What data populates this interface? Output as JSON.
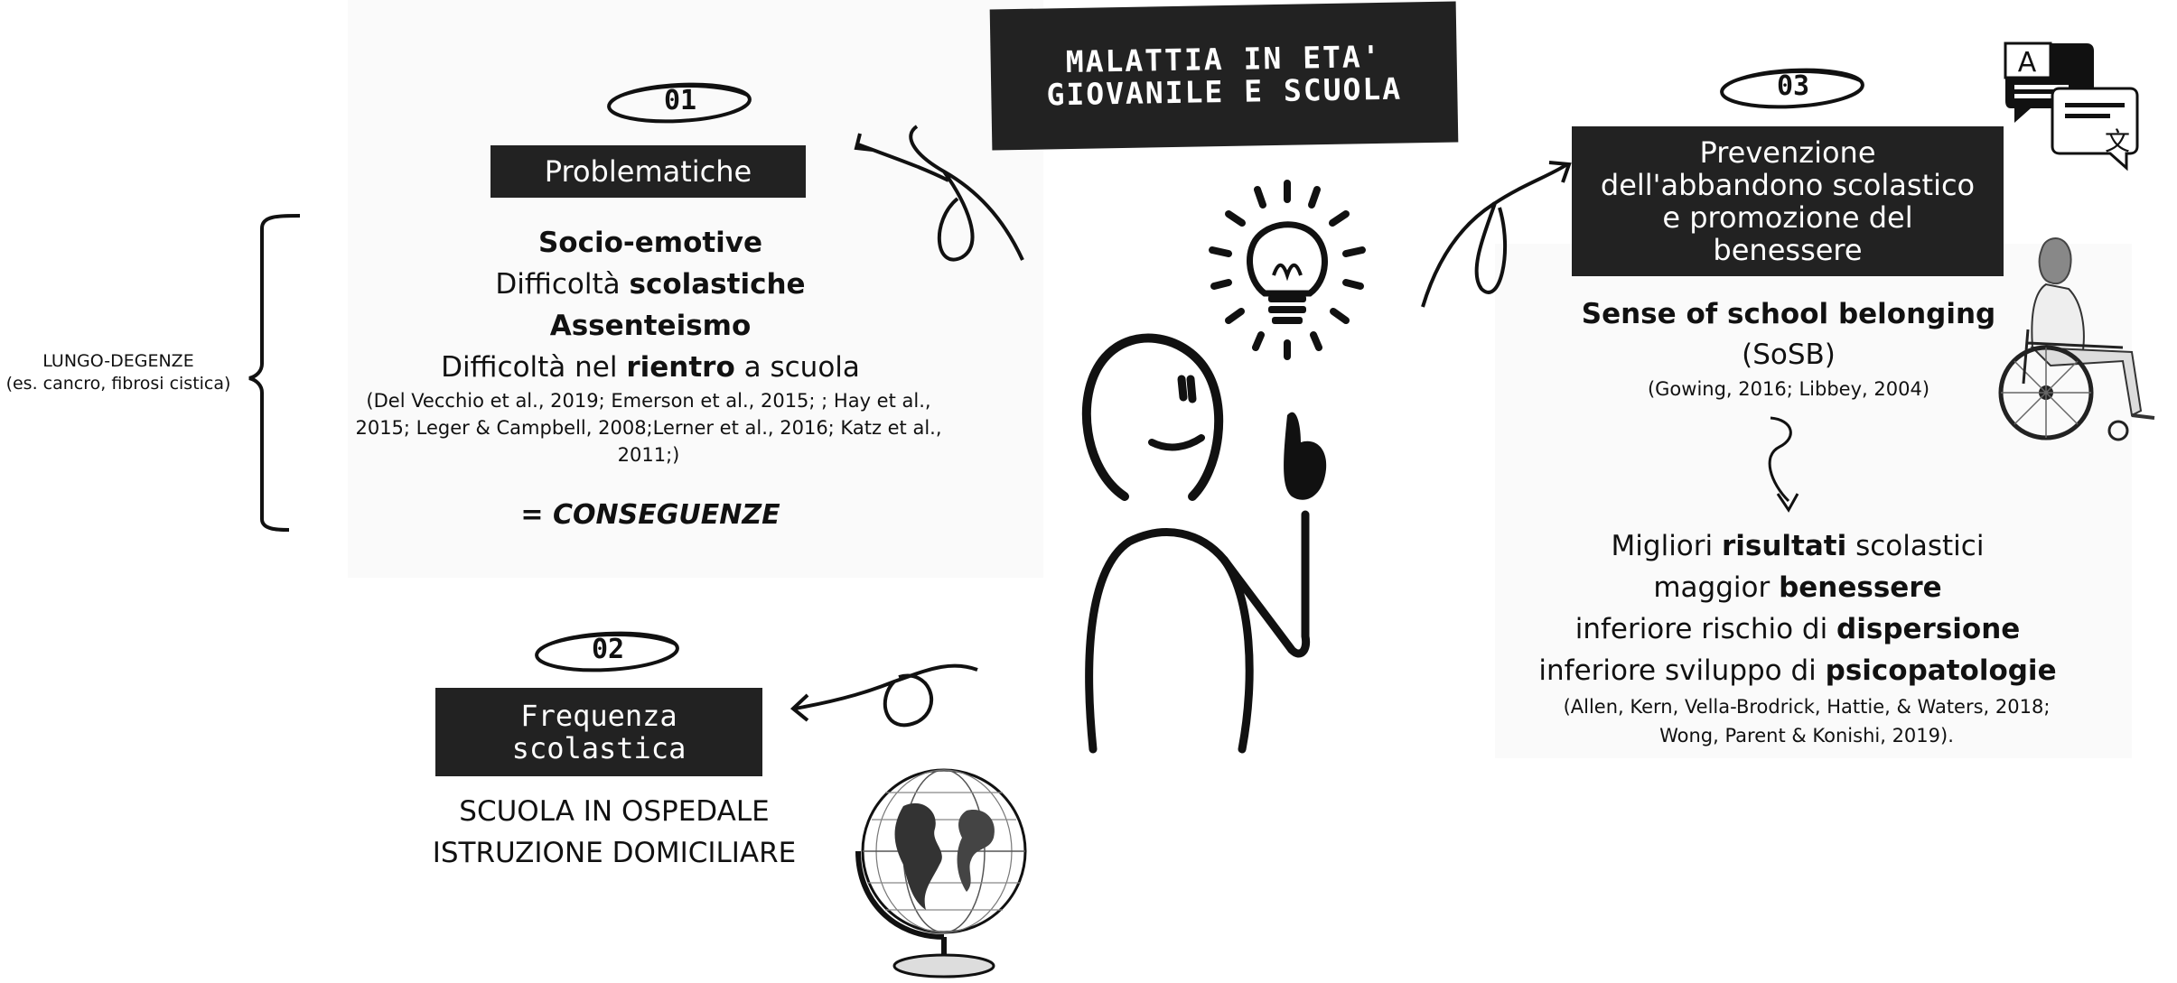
{
  "title": "MALATTIA IN ETA'\nGIOVANILE E SCUOLA",
  "left_note": {
    "line1": "LUNGO-DEGENZE",
    "line2": "(es. cancro, fibrosi cistica)"
  },
  "sections": {
    "s01": {
      "number": "01",
      "header": "Problematiche",
      "items": [
        {
          "pre": "",
          "bold": "Socio-emotive",
          "post": ""
        },
        {
          "pre": "Difficoltà ",
          "bold": "scolastiche",
          "post": ""
        },
        {
          "pre": "",
          "bold": "Assenteismo",
          "post": ""
        },
        {
          "pre": "Difficoltà nel ",
          "bold": "rientro",
          "post": " a scuola"
        }
      ],
      "citation": "(Del Vecchio et al., 2019; Emerson et al., 2015; ; Hay et al., 2015; Leger & Campbell, 2008;Lerner et al., 2016; Katz et al., 2011;)",
      "conclusion": "= CONSEGUENZE"
    },
    "s02": {
      "number": "02",
      "header": "Frequenza\nscolastica",
      "line1": "SCUOLA IN OSPEDALE",
      "line2": "ISTRUZIONE DOMICILIARE"
    },
    "s03": {
      "number": "03",
      "header": "Prevenzione\ndell'abbandono scolastico\ne promozione del\nbenessere",
      "subtitle": "Sense of school belonging",
      "subtitle2": "(SoSB)",
      "citation1": "(Gowing, 2016; Libbey, 2004)",
      "outcomes": [
        {
          "pre": "Migliori ",
          "bold": "risultati",
          "post": " scolastici"
        },
        {
          "pre": "maggior ",
          "bold": "benessere",
          "post": ""
        },
        {
          "pre": "inferiore rischio di ",
          "bold": "dispersione",
          "post": ""
        },
        {
          "pre": "inferiore sviluppo di ",
          "bold": "psicopatologie",
          "post": ""
        }
      ],
      "citation2": "(Allen, Kern, Vella-Brodrick, Hattie, & Waters, 2018; Wong, Parent & Konishi, 2019)."
    }
  },
  "icons": {
    "lightbulb": "lightbulb-icon",
    "person": "thumbs-up-person-illustration",
    "globe": "globe-icon",
    "wheelchair": "wheelchair-person-illustration",
    "translate": "translate-icon"
  },
  "translate_glyphs": {
    "a": "A",
    "zh": "文"
  }
}
